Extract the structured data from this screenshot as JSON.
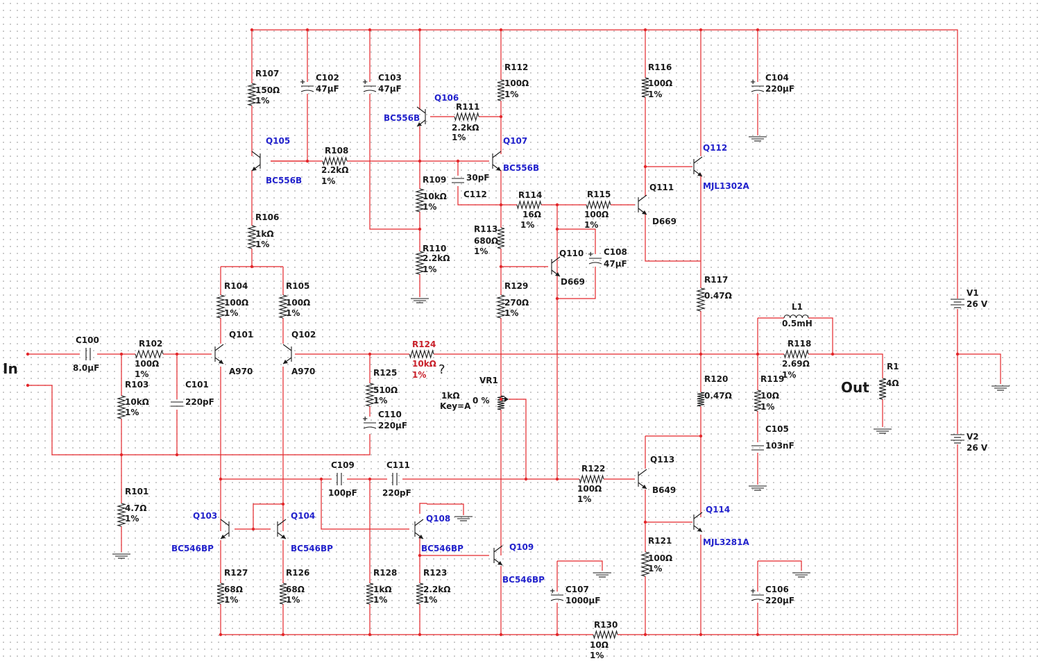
{
  "io": {
    "in_label": "In",
    "out_label": "Out"
  },
  "labels": [
    {
      "id": "R107",
      "t": "R107"
    },
    {
      "id": "R107v",
      "t": "150Ω"
    },
    {
      "id": "R107t",
      "t": "1%"
    },
    {
      "id": "C102",
      "t": "C102"
    },
    {
      "id": "C102v",
      "t": "47µF"
    },
    {
      "id": "C103",
      "t": "C103"
    },
    {
      "id": "C103v",
      "t": "47µF"
    },
    {
      "id": "R112",
      "t": "R112"
    },
    {
      "id": "R112v",
      "t": "100Ω"
    },
    {
      "id": "R112t",
      "t": "1%"
    },
    {
      "id": "R116",
      "t": "R116"
    },
    {
      "id": "R116v",
      "t": "100Ω"
    },
    {
      "id": "R116t",
      "t": "1%"
    },
    {
      "id": "C104",
      "t": "C104"
    },
    {
      "id": "C104v",
      "t": "220µF"
    },
    {
      "id": "Q106",
      "t": "Q106",
      "c": "blue"
    },
    {
      "id": "Q106m",
      "t": "BC556B",
      "c": "blue"
    },
    {
      "id": "R111",
      "t": "R111"
    },
    {
      "id": "R111v",
      "t": "2.2kΩ"
    },
    {
      "id": "R111t",
      "t": "1%"
    },
    {
      "id": "Q105",
      "t": "Q105",
      "c": "blue"
    },
    {
      "id": "Q105m",
      "t": "BC556B",
      "c": "blue"
    },
    {
      "id": "R108",
      "t": "R108"
    },
    {
      "id": "R108v",
      "t": "2.2kΩ"
    },
    {
      "id": "R108t",
      "t": "1%"
    },
    {
      "id": "Q107",
      "t": "Q107",
      "c": "blue"
    },
    {
      "id": "Q107m",
      "t": "BC556B",
      "c": "blue"
    },
    {
      "id": "Q112",
      "t": "Q112",
      "c": "blue"
    },
    {
      "id": "Q112m",
      "t": "MJL1302A",
      "c": "blue"
    },
    {
      "id": "R109",
      "t": "R109"
    },
    {
      "id": "R109v",
      "t": "10kΩ"
    },
    {
      "id": "R109t",
      "t": "1%"
    },
    {
      "id": "C112v",
      "t": "30pF"
    },
    {
      "id": "C112",
      "t": "C112"
    },
    {
      "id": "R114",
      "t": "R114"
    },
    {
      "id": "R114v",
      "t": "16Ω"
    },
    {
      "id": "R114t",
      "t": "1%"
    },
    {
      "id": "R115",
      "t": "R115"
    },
    {
      "id": "R115v",
      "t": "100Ω"
    },
    {
      "id": "R115t",
      "t": "1%"
    },
    {
      "id": "Q111",
      "t": "Q111"
    },
    {
      "id": "Q111m",
      "t": "D669"
    },
    {
      "id": "R106",
      "t": "R106"
    },
    {
      "id": "R106v",
      "t": "1kΩ"
    },
    {
      "id": "R106t",
      "t": "1%"
    },
    {
      "id": "R113",
      "t": "R113"
    },
    {
      "id": "R113v",
      "t": "680Ω"
    },
    {
      "id": "R113t",
      "t": "1%"
    },
    {
      "id": "R110",
      "t": "R110"
    },
    {
      "id": "R110v",
      "t": "2.2kΩ"
    },
    {
      "id": "R110t",
      "t": "1%"
    },
    {
      "id": "Q110",
      "t": "Q110"
    },
    {
      "id": "Q110m",
      "t": "D669"
    },
    {
      "id": "C108",
      "t": "C108"
    },
    {
      "id": "C108v",
      "t": "47µF"
    },
    {
      "id": "R104",
      "t": "R104"
    },
    {
      "id": "R104v",
      "t": "100Ω"
    },
    {
      "id": "R104t",
      "t": "1%"
    },
    {
      "id": "R105",
      "t": "R105"
    },
    {
      "id": "R105v",
      "t": "100Ω"
    },
    {
      "id": "R105t",
      "t": "1%"
    },
    {
      "id": "R129",
      "t": "R129"
    },
    {
      "id": "R129v",
      "t": "270Ω"
    },
    {
      "id": "R129t",
      "t": "1%"
    },
    {
      "id": "R117",
      "t": "R117"
    },
    {
      "id": "R117v",
      "t": "0.47Ω"
    },
    {
      "id": "V1",
      "t": "V1"
    },
    {
      "id": "V1v",
      "t": "26 V"
    },
    {
      "id": "L1",
      "t": "L1"
    },
    {
      "id": "L1v",
      "t": "0.5mH"
    },
    {
      "id": "C100",
      "t": "C100"
    },
    {
      "id": "C100v",
      "t": "8.0µF"
    },
    {
      "id": "Q101",
      "t": "Q101"
    },
    {
      "id": "Q101m",
      "t": "A970"
    },
    {
      "id": "Q102",
      "t": "Q102"
    },
    {
      "id": "Q102m",
      "t": "A970"
    },
    {
      "id": "R102",
      "t": "R102"
    },
    {
      "id": "R102v",
      "t": "100Ω"
    },
    {
      "id": "R102t",
      "t": "1%"
    },
    {
      "id": "R124",
      "t": "R124",
      "c": "red"
    },
    {
      "id": "R124v",
      "t": "10kΩ",
      "c": "red"
    },
    {
      "id": "R124t",
      "t": "1%",
      "c": "red"
    },
    {
      "id": "qm",
      "t": "?",
      "c": "q"
    },
    {
      "id": "R118",
      "t": "R118"
    },
    {
      "id": "R118v",
      "t": "2.69Ω"
    },
    {
      "id": "R118t",
      "t": "1%"
    },
    {
      "id": "R1",
      "t": "R1"
    },
    {
      "id": "R1v",
      "t": "4Ω"
    },
    {
      "id": "R103",
      "t": "R103"
    },
    {
      "id": "R103v",
      "t": "10kΩ"
    },
    {
      "id": "R103t",
      "t": "1%"
    },
    {
      "id": "C101",
      "t": "C101"
    },
    {
      "id": "C101v",
      "t": "220pF"
    },
    {
      "id": "R125",
      "t": "R125"
    },
    {
      "id": "R125v",
      "t": "510Ω"
    },
    {
      "id": "R125t",
      "t": "1%"
    },
    {
      "id": "VR1",
      "t": "VR1"
    },
    {
      "id": "VR1v",
      "t": "1kΩ"
    },
    {
      "id": "VR1k",
      "t": "Key=A"
    },
    {
      "id": "VR1p",
      "t": "0 %"
    },
    {
      "id": "R120",
      "t": "R120"
    },
    {
      "id": "R120v",
      "t": "0.47Ω"
    },
    {
      "id": "R119",
      "t": "R119"
    },
    {
      "id": "R119v",
      "t": "10Ω"
    },
    {
      "id": "R119t",
      "t": "1%"
    },
    {
      "id": "C110",
      "t": "C110"
    },
    {
      "id": "C110v",
      "t": "220µF"
    },
    {
      "id": "C105",
      "t": "C105"
    },
    {
      "id": "C105v",
      "t": "103nF"
    },
    {
      "id": "V2",
      "t": "V2"
    },
    {
      "id": "V2v",
      "t": "26 V"
    },
    {
      "id": "C109",
      "t": "C109"
    },
    {
      "id": "C109v",
      "t": "100pF"
    },
    {
      "id": "C111",
      "t": "C111"
    },
    {
      "id": "C111v",
      "t": "220pF"
    },
    {
      "id": "Q113",
      "t": "Q113"
    },
    {
      "id": "Q113m",
      "t": "B649"
    },
    {
      "id": "R122",
      "t": "R122"
    },
    {
      "id": "R122v",
      "t": "100Ω"
    },
    {
      "id": "R122t",
      "t": "1%"
    },
    {
      "id": "R101",
      "t": "R101"
    },
    {
      "id": "R101v",
      "t": "4.7Ω"
    },
    {
      "id": "R101t",
      "t": "1%"
    },
    {
      "id": "Q103",
      "t": "Q103",
      "c": "blue"
    },
    {
      "id": "Q103m",
      "t": "BC546BP",
      "c": "blue"
    },
    {
      "id": "Q104",
      "t": "Q104",
      "c": "blue"
    },
    {
      "id": "Q104m",
      "t": "BC546BP",
      "c": "blue"
    },
    {
      "id": "Q108",
      "t": "Q108",
      "c": "blue"
    },
    {
      "id": "Q108m",
      "t": "BC546BP",
      "c": "blue"
    },
    {
      "id": "Q114",
      "t": "Q114",
      "c": "blue"
    },
    {
      "id": "Q114m",
      "t": "MJL3281A",
      "c": "blue"
    },
    {
      "id": "Q109",
      "t": "Q109",
      "c": "blue"
    },
    {
      "id": "Q109m",
      "t": "BC546BP",
      "c": "blue"
    },
    {
      "id": "R121",
      "t": "R121"
    },
    {
      "id": "R121v",
      "t": "100Ω"
    },
    {
      "id": "R121t",
      "t": "1%"
    },
    {
      "id": "R127",
      "t": "R127"
    },
    {
      "id": "R127v",
      "t": "68Ω"
    },
    {
      "id": "R127t",
      "t": "1%"
    },
    {
      "id": "R126",
      "t": "R126"
    },
    {
      "id": "R126v",
      "t": "68Ω"
    },
    {
      "id": "R126t",
      "t": "1%"
    },
    {
      "id": "R128",
      "t": "R128"
    },
    {
      "id": "R128v",
      "t": "1kΩ"
    },
    {
      "id": "R128t",
      "t": "1%"
    },
    {
      "id": "R123",
      "t": "R123"
    },
    {
      "id": "R123v",
      "t": "2.2kΩ"
    },
    {
      "id": "R123t",
      "t": "1%"
    },
    {
      "id": "C107",
      "t": "C107"
    },
    {
      "id": "C107v",
      "t": "1000µF"
    },
    {
      "id": "C106",
      "t": "C106"
    },
    {
      "id": "C106v",
      "t": "220µF"
    },
    {
      "id": "R130",
      "t": "R130"
    },
    {
      "id": "R130v",
      "t": "10Ω"
    },
    {
      "id": "R130t",
      "t": "1%"
    }
  ]
}
